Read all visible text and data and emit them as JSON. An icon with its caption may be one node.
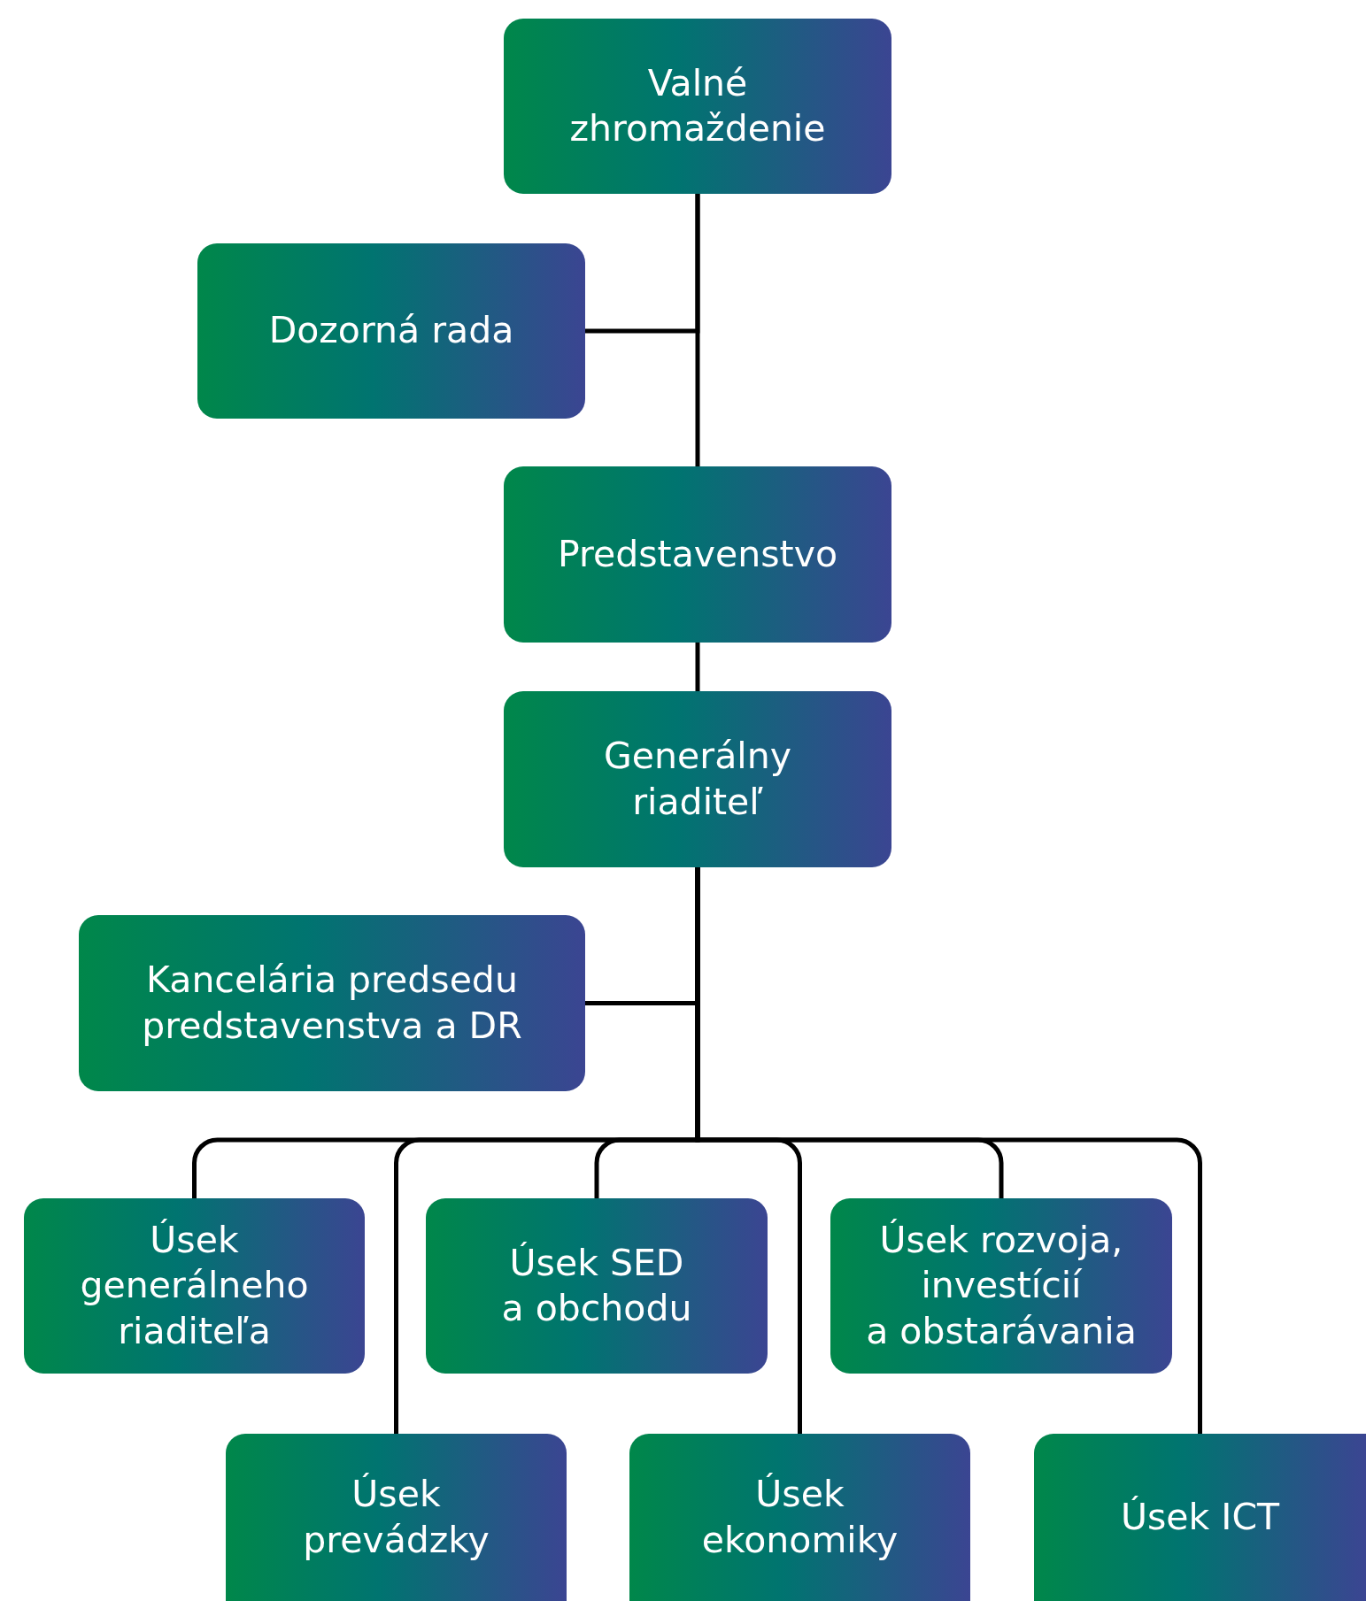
{
  "diagram": {
    "nodes": [
      {
        "text": [
          "Valné zhromaždenie"
        ]
      },
      {
        "text": [
          "Dozorná rada"
        ]
      },
      {
        "text": [
          "Predstavenstvo"
        ]
      },
      {
        "text": [
          "Generálny riaditeľ"
        ]
      },
      {
        "text": [
          "Kancelária predsedu predstavenstva a DR"
        ]
      },
      {
        "text": [
          "Úsek generálneho riaditeľa"
        ]
      },
      {
        "text": [
          "Úsek SED a obchodu"
        ]
      },
      {
        "text": [
          "Úsek rozvoja, investícií a obstarávania"
        ]
      },
      {
        "text": [
          "Úsek prevádzky"
        ]
      },
      {
        "text": [
          "Úsek ekonomiky"
        ]
      },
      {
        "text": [
          "Úsek ICT"
        ]
      }
    ],
    "edges": [
      {
        "from": 0,
        "to": 1,
        "arrow": "none"
      },
      {
        "from": 0,
        "to": 2,
        "arrow": "none"
      },
      {
        "from": 2,
        "to": 3,
        "arrow": "none"
      },
      {
        "from": 3,
        "to": 4,
        "arrow": "none"
      },
      {
        "from": 3,
        "to": 5,
        "arrow": "none"
      },
      {
        "from": 3,
        "to": 8,
        "arrow": "none"
      },
      {
        "from": 3,
        "to": 6,
        "arrow": "none"
      },
      {
        "from": 3,
        "to": 9,
        "arrow": "none"
      },
      {
        "from": 3,
        "to": 7,
        "arrow": "none"
      },
      {
        "from": 3,
        "to": 10,
        "arrow": "none"
      }
    ]
  }
}
